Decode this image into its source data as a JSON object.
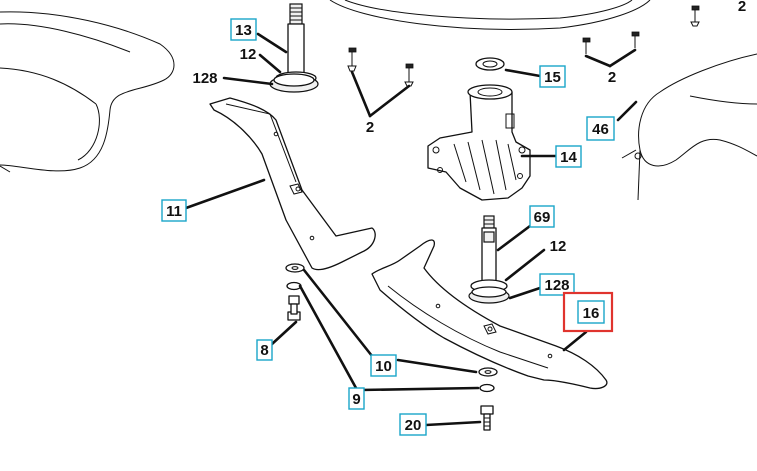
{
  "colors": {
    "callout_border": "#1aa6c9",
    "highlight_border": "#e0342e",
    "line": "#111111",
    "background": "#ffffff"
  },
  "callouts": {
    "spindle_left": "13",
    "washer_left": "12",
    "bearing_left": "128",
    "bolts_top": "2",
    "bolts_top_right": "2",
    "bolts_center": "2",
    "seal": "15",
    "housing": "14",
    "cover_screw": "46",
    "blade_left": "11",
    "fitting": "69",
    "washer_right": "12",
    "bearing_right": "128",
    "blade_right": "16",
    "bolt_left": "8",
    "washer_lower": "10",
    "lockwasher": "9",
    "bolt_right": "20"
  }
}
